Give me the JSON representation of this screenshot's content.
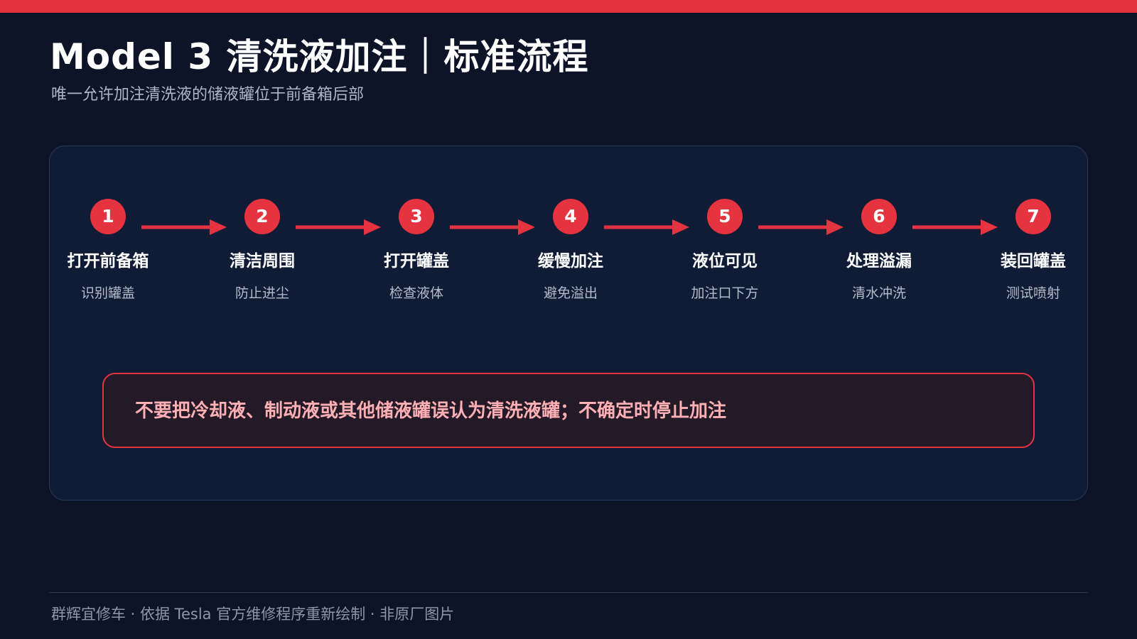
{
  "header": {
    "title": "Model 3 清洗液加注｜标准流程",
    "subtitle": "唯一允许加注清洗液的储液罐位于前备箱后部"
  },
  "steps": [
    {
      "number": "1",
      "title": "打开前备箱",
      "sub": "识别罐盖"
    },
    {
      "number": "2",
      "title": "清洁周围",
      "sub": "防止进尘"
    },
    {
      "number": "3",
      "title": "打开罐盖",
      "sub": "检查液体"
    },
    {
      "number": "4",
      "title": "缓慢加注",
      "sub": "避免溢出"
    },
    {
      "number": "5",
      "title": "液位可见",
      "sub": "加注口下方"
    },
    {
      "number": "6",
      "title": "处理溢漏",
      "sub": "清水冲洗"
    },
    {
      "number": "7",
      "title": "装回罐盖",
      "sub": "测试喷射"
    }
  ],
  "warning": {
    "text": "不要把冷却液、制动液或其他储液罐误认为清洗液罐；不确定时停止加注"
  },
  "footer": {
    "text": "群辉宜修车 · 依据 Tesla 官方维修程序重新绘制 · 非原厂图片"
  },
  "colors": {
    "accent": "#e63340",
    "background": "#0d1427",
    "panel": "#101c35",
    "warning_text": "#ffb0b5"
  }
}
